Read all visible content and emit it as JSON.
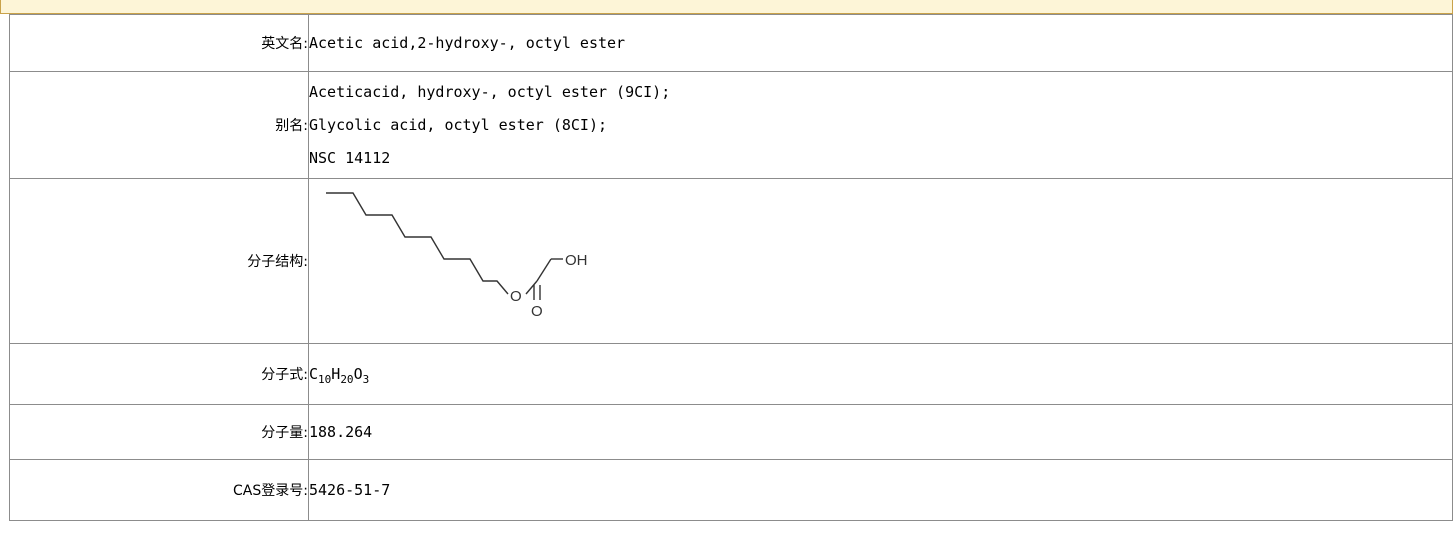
{
  "rows": {
    "english_name": {
      "label": "英文名:",
      "value": "Acetic acid,2-hydroxy-, octyl ester"
    },
    "aliases": {
      "label": "别名:",
      "items": [
        "Aceticacid, hydroxy-, octyl ester (9CI);",
        "Glycolic acid, octyl ester (8CI);",
        "NSC 14112"
      ]
    },
    "structure": {
      "label": "分子结构:",
      "atom_oh": "OH",
      "atom_o_ester": "O",
      "atom_o_carbonyl": "O"
    },
    "formula": {
      "label": "分子式:",
      "parts": [
        {
          "el": "C",
          "n": "10"
        },
        {
          "el": "H",
          "n": "20"
        },
        {
          "el": "O",
          "n": "3"
        }
      ]
    },
    "molecular_weight": {
      "label": "分子量:",
      "value": "188.264"
    },
    "cas": {
      "label": "CAS登录号:",
      "value": "5426-51-7"
    }
  },
  "colors": {
    "band_fill": "#fdf5d7",
    "band_border": "#c9a24a",
    "grid": "#8c8c8c"
  }
}
